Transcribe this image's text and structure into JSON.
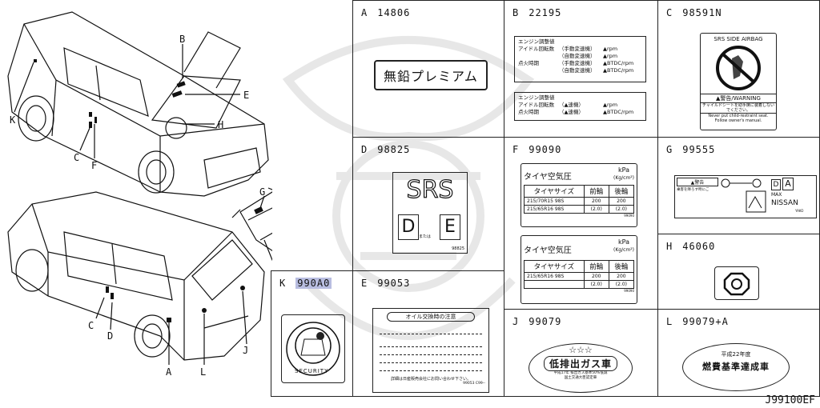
{
  "callouts": {
    "car1": [
      "B",
      "E",
      "H",
      "K",
      "C",
      "F"
    ],
    "car2": [
      "C",
      "D",
      "A",
      "L",
      "J"
    ],
    "jack": "G"
  },
  "cells": {
    "A": {
      "letter": "A",
      "part": "14806",
      "text": "無鉛プレミアム"
    },
    "B": {
      "letter": "B",
      "part": "22195",
      "label1": {
        "title": "エンジン調整値",
        "rows": [
          [
            "アイドル回転数",
            "（手動変速機）",
            "▲rpm"
          ],
          [
            "",
            "（自動変速機）",
            "▲rpm"
          ],
          [
            "点火時期",
            "（手動変速機）",
            "▲BTDC/rpm"
          ],
          [
            "",
            "（自動変速機）",
            "▲BTDC/rpm"
          ]
        ]
      },
      "label2": {
        "title": "エンジン調整値",
        "rows": [
          [
            "アイドル回転数",
            "（▲速機）",
            "▲rpm"
          ],
          [
            "点火時期",
            "（▲速機）",
            "▲BTDC/rpm"
          ]
        ]
      }
    },
    "C": {
      "letter": "C",
      "part": "98591N",
      "head": "SRS SIDE AIRBAG",
      "warn": "▲警告/WARNING",
      "small1": "チャイルドシートを助手席に装着しないでください。",
      "small2": "Never put child-restraint seat.",
      "small3": "Follow owner's manual."
    },
    "D": {
      "letter": "D",
      "part": "98825",
      "srs": "SRS",
      "d": "D",
      "e": "E",
      "mid": "または",
      "code": "98825"
    },
    "E": {
      "letter": "E",
      "part": "99053",
      "title": "オイル交換時の注意",
      "foot": "詳細は日産販売会社にお問い合わせ下さい。",
      "code": "99053 C99--"
    },
    "F": {
      "letter": "F",
      "part": "99090",
      "t1": {
        "title": "タイヤ空気圧",
        "unit": "kPa",
        "unit2": "(Kg/cm²)",
        "headers": [
          "タイヤサイズ",
          "前輪",
          "後輪"
        ],
        "rows": [
          [
            "215/70R15 98S",
            "200",
            "200"
          ],
          [
            "215/65R16 98S",
            "(2.0)",
            "(2.0)"
          ]
        ],
        "code": "99090"
      },
      "t2": {
        "title": "タイヤ空気圧",
        "unit": "kPa",
        "unit2": "(Kg/cm²)",
        "headers": [
          "タイヤサイズ",
          "前輪",
          "後輪"
        ],
        "rows": [
          [
            "215/65R16 98S",
            "200",
            "200"
          ],
          [
            "",
            "(2.0)",
            "(2.0)"
          ]
        ],
        "code": "99090"
      }
    },
    "G": {
      "letter": "G",
      "part": "99555",
      "warn": "警告",
      "small": "乗客を降ろす時にご",
      "d": "D",
      "a": "A",
      "max": "MAX",
      "nissan": "NISSAN",
      "yako": "YAKO"
    },
    "H": {
      "letter": "H",
      "part": "46060"
    },
    "J": {
      "letter": "J",
      "part": "99079",
      "stars": "☆☆☆",
      "main": "低排出ガス車",
      "sub1": "平成17年 排出ガス基準50%低減",
      "sub2": "国土交通大臣認定車"
    },
    "K": {
      "letter": "K",
      "part": "990A0",
      "ring": "SECURITY"
    },
    "L": {
      "letter": "L",
      "part": "99079+A",
      "top": "平成22年度",
      "main": "燃費基準達成車"
    }
  },
  "diagram_code": "J99100EF"
}
